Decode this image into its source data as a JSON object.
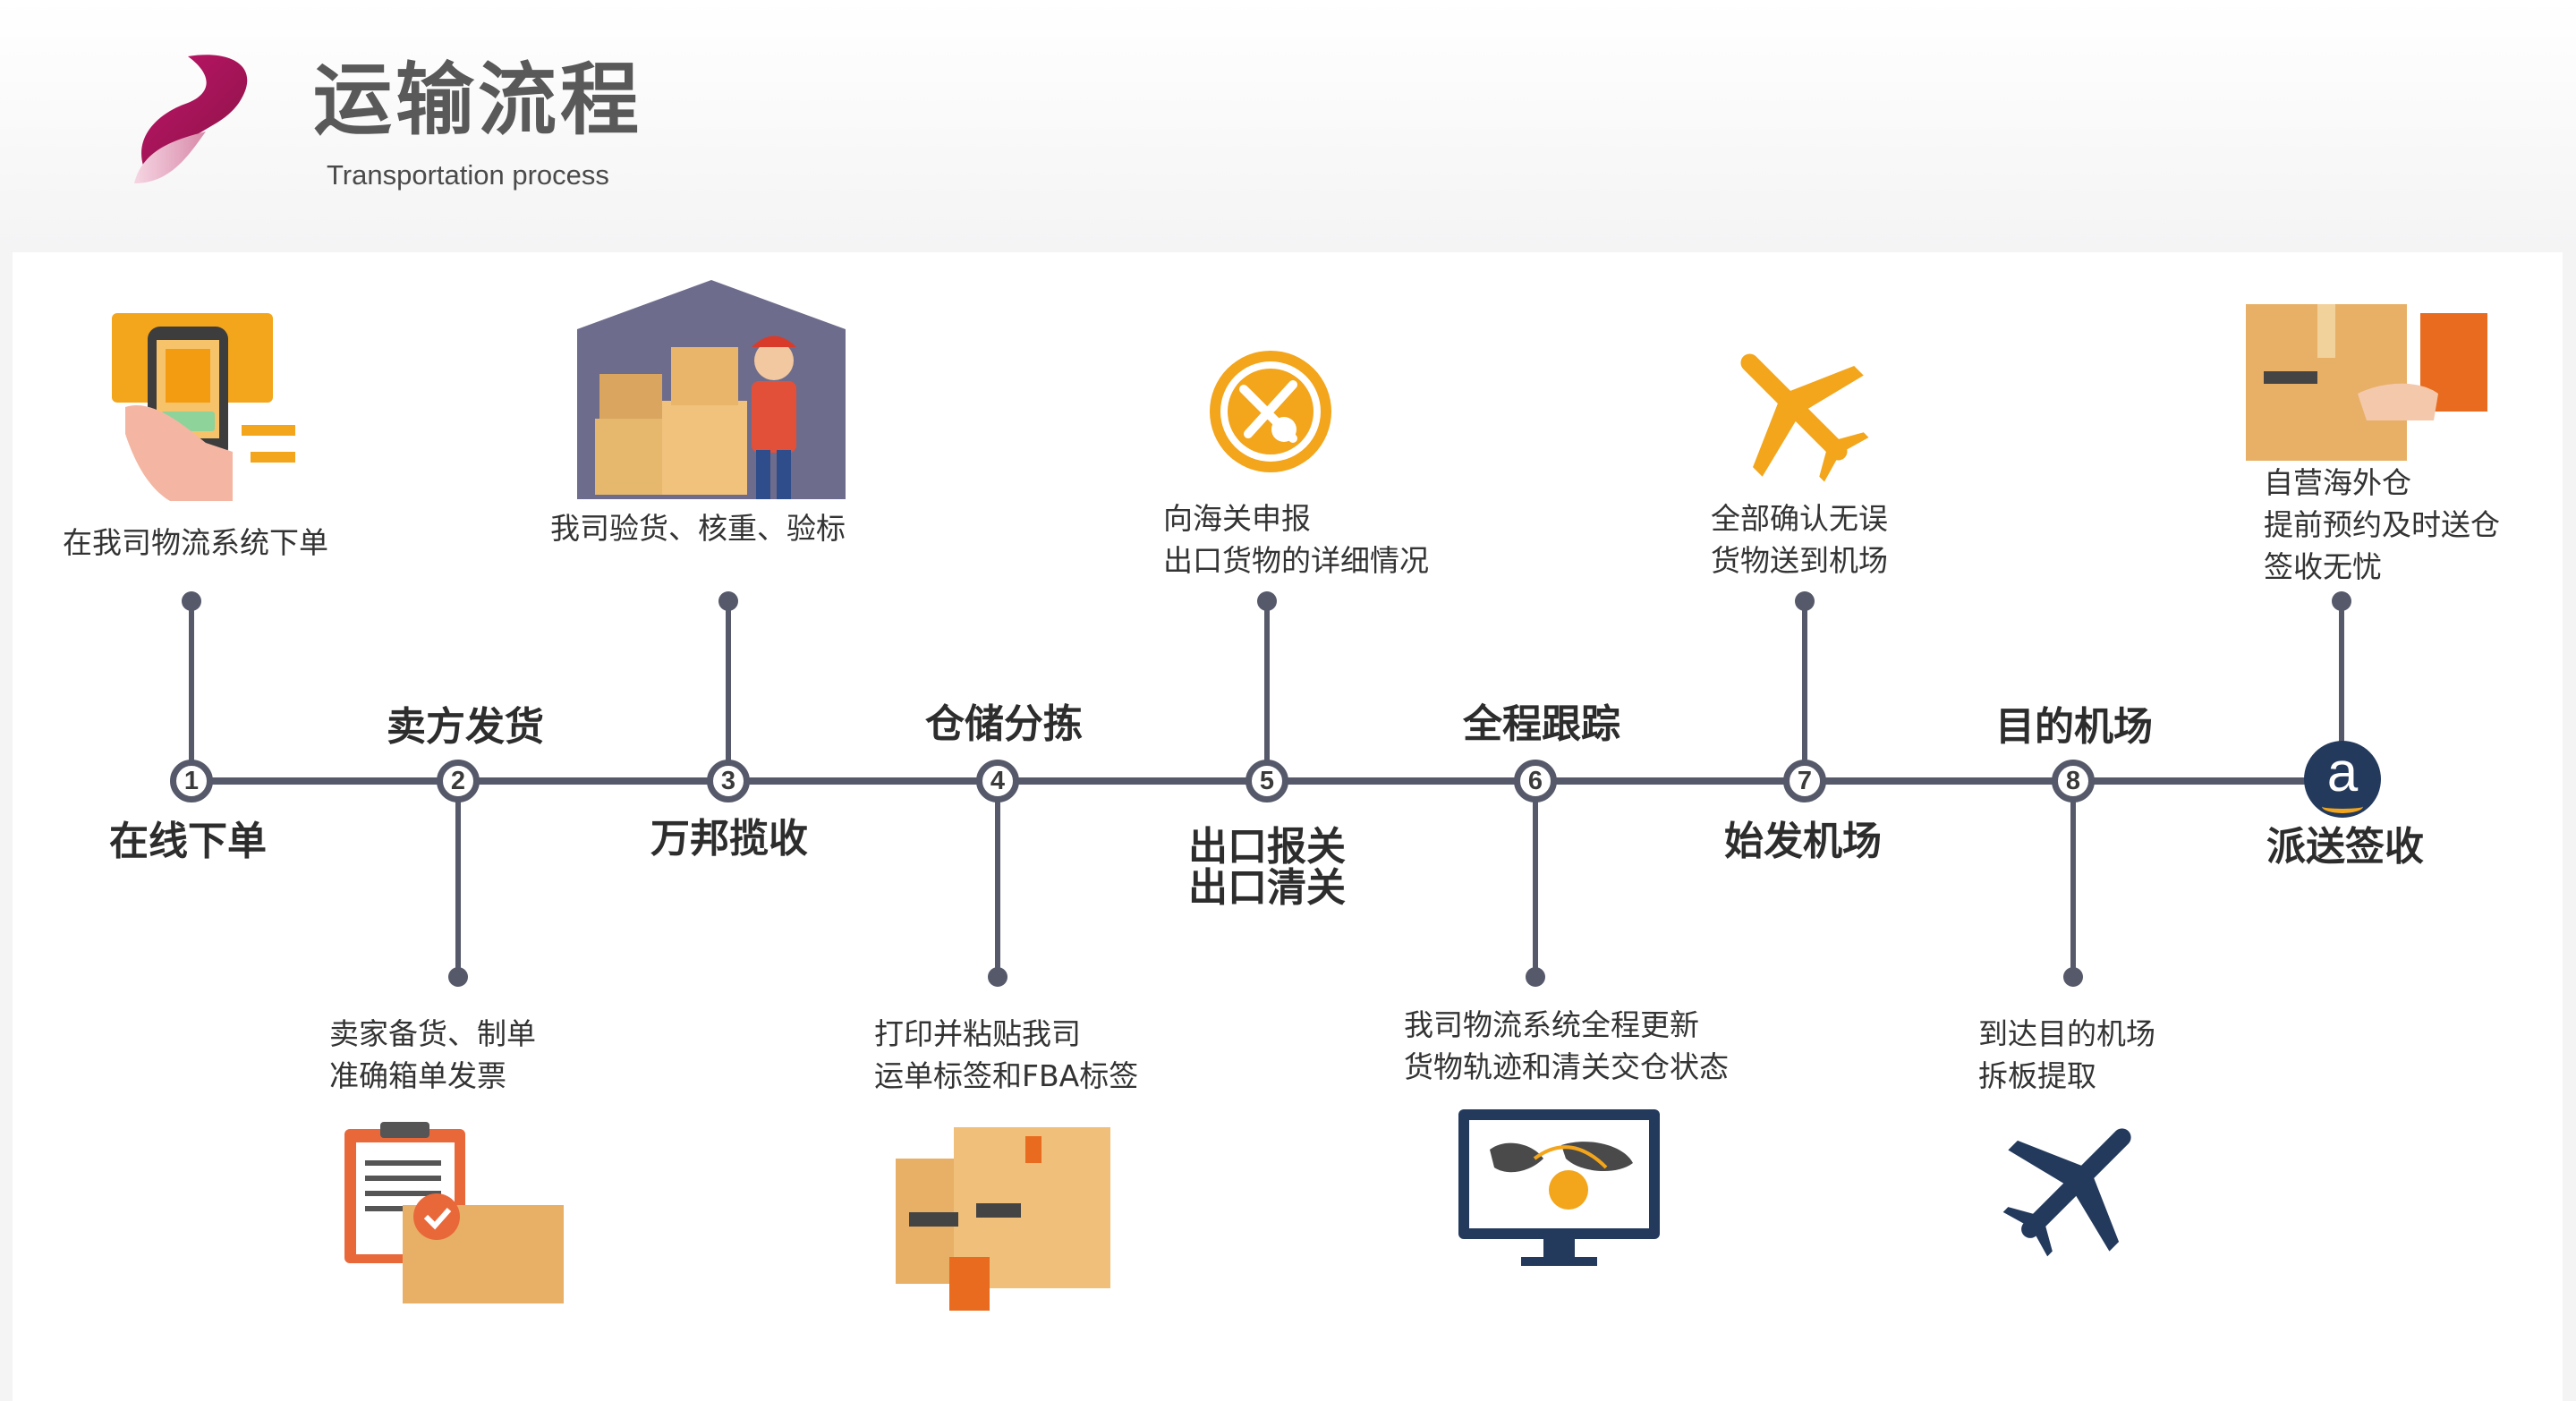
{
  "header": {
    "title": "运输流程",
    "subtitle": "Transportation process"
  },
  "colors": {
    "timeline": "#56596a",
    "accent_orange": "#f3a51b",
    "navy": "#233a5d",
    "brand_magenta": "#b5185e"
  },
  "steps": [
    {
      "num": "1",
      "stage": "在线下单",
      "desc": [
        "在我司物流系统下单"
      ],
      "icon": "mobile-order-icon"
    },
    {
      "num": "2",
      "stage": "卖方发货",
      "desc": [
        "卖家备货、制单",
        "准确箱单发票"
      ],
      "icon": "clipboard-boxes-icon"
    },
    {
      "num": "3",
      "stage": "万邦揽收",
      "desc": [
        "我司验货、核重、验标"
      ],
      "icon": "warehouse-worker-icon"
    },
    {
      "num": "4",
      "stage": "仓储分拣",
      "desc": [
        "打印并粘贴我司",
        "运单标签和FBA标签"
      ],
      "icon": "labeled-boxes-icon"
    },
    {
      "num": "5",
      "stage": "出口报关\n出口清关",
      "desc": [
        "向海关申报",
        "出口货物的详细情况"
      ],
      "icon": "customs-tools-icon"
    },
    {
      "num": "6",
      "stage": "全程跟踪",
      "desc": [
        "我司物流系统全程更新",
        "货物轨迹和清关交仓状态"
      ],
      "icon": "tracking-monitor-icon"
    },
    {
      "num": "7",
      "stage": "始发机场",
      "desc": [
        "全部确认无误",
        "货物送到机场"
      ],
      "icon": "airplane-orange-icon"
    },
    {
      "num": "8",
      "stage": "目的机场",
      "desc": [
        "到达目的机场",
        "拆板提取"
      ],
      "icon": "airplane-navy-icon"
    },
    {
      "num": "a",
      "stage": "派送签收",
      "desc": [
        "自营海外仓",
        "提前预约及时送仓",
        "签收无忧"
      ],
      "icon": "delivery-handover-icon"
    }
  ]
}
